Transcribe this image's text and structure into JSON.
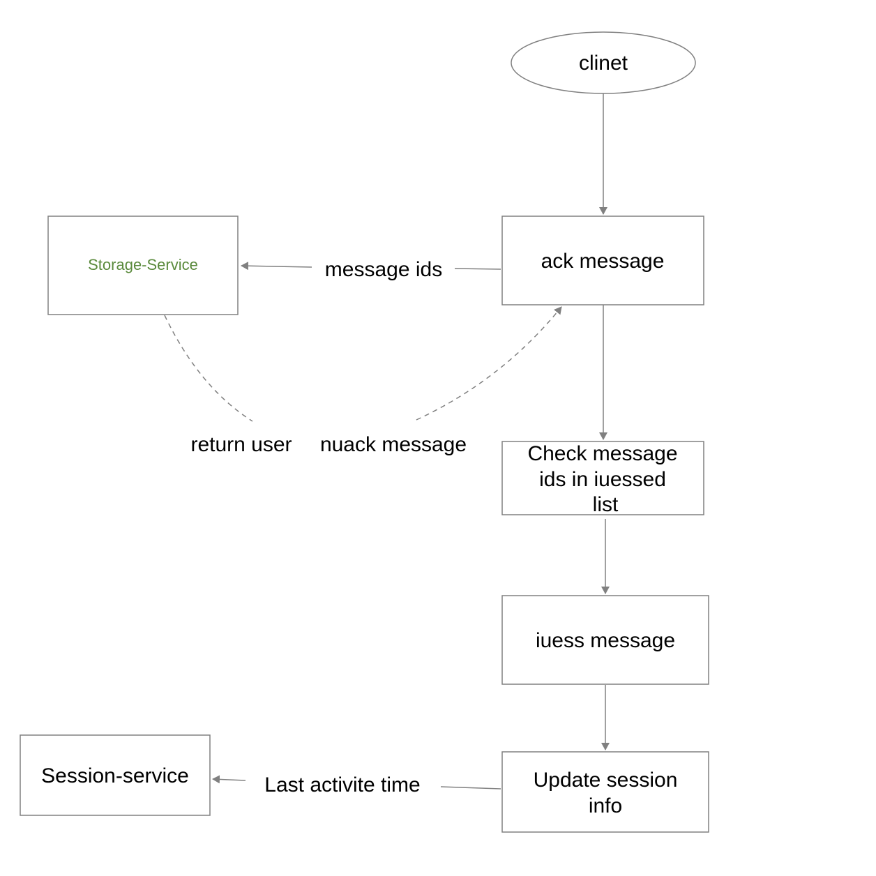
{
  "diagram": {
    "colors": {
      "stroke": "#808080",
      "text": "#000000",
      "storage_text": "#5a8a3c",
      "background": "#ffffff"
    },
    "nodes": {
      "client": {
        "label": "clinet",
        "shape": "ellipse"
      },
      "ack": {
        "label": "ack message",
        "shape": "rect"
      },
      "storage": {
        "label": "Storage-Service",
        "shape": "rect"
      },
      "check": {
        "lines": [
          "Check message",
          "ids in iuessed",
          "list"
        ],
        "shape": "rect"
      },
      "iuess": {
        "label": "iuess message",
        "shape": "rect"
      },
      "update": {
        "lines": [
          "Update session",
          "info"
        ],
        "shape": "rect"
      },
      "session": {
        "label": "Session-service",
        "shape": "rect"
      }
    },
    "edges": {
      "message_ids": {
        "label": "message ids",
        "style": "solid"
      },
      "return_user": {
        "label": "return user",
        "style": "dashed"
      },
      "nuack_message": {
        "label": "nuack message",
        "style": "dashed"
      },
      "last_activite": {
        "label": "Last activite time",
        "style": "solid"
      }
    }
  }
}
